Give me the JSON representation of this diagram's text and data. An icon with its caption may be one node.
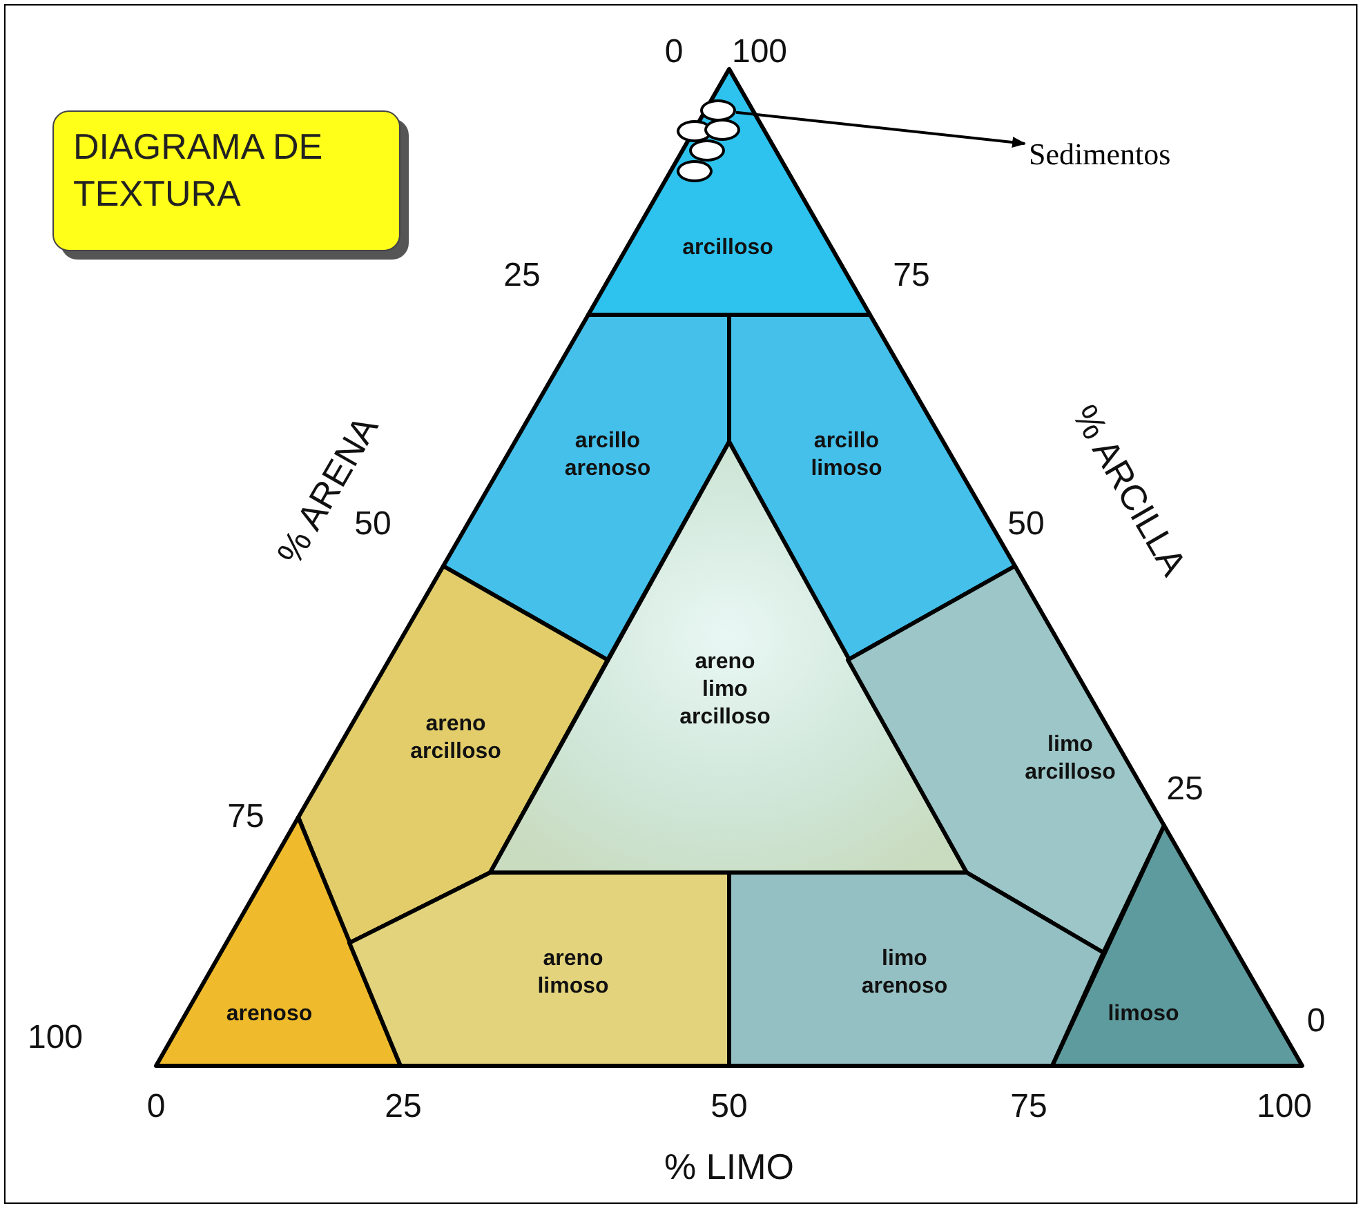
{
  "diagram": {
    "title": "DIAGRAMA DE TEXTURA",
    "nodes": [
      {
        "text": [
          "arcilloso"
        ]
      },
      {
        "text": [],
        "shape": "circle"
      },
      {
        "text": [],
        "shape": "circle"
      },
      {
        "text": [],
        "shape": "circle"
      },
      {
        "text": [],
        "shape": "circle"
      },
      {
        "text": [],
        "shape": "circle"
      },
      {
        "text": [
          "Sedimentos"
        ]
      },
      {
        "text": [
          "arcillo arenoso"
        ]
      },
      {
        "text": [
          "arcillo limoso"
        ]
      },
      {
        "text": [
          "areno arcilloso"
        ]
      },
      {
        "text": [
          "areno limo arcilloso"
        ]
      },
      {
        "text": [
          "limo arcilloso"
        ]
      },
      {
        "text": [
          "arenoso"
        ]
      },
      {
        "text": [
          "areno limoso"
        ]
      },
      {
        "text": [
          "limo arenoso"
        ]
      },
      {
        "text": [
          "limoso"
        ]
      }
    ],
    "edges": [
      {
        "from": 1,
        "to": 6,
        "arrow": "to"
      }
    ],
    "labels": [
      "0",
      "100",
      "25",
      "75",
      "% ARENA",
      "% ARCILLA",
      "50",
      "50",
      "75",
      "25",
      "100",
      "0",
      "0",
      "25",
      "50",
      "75",
      "100",
      "% LIMO"
    ]
  }
}
